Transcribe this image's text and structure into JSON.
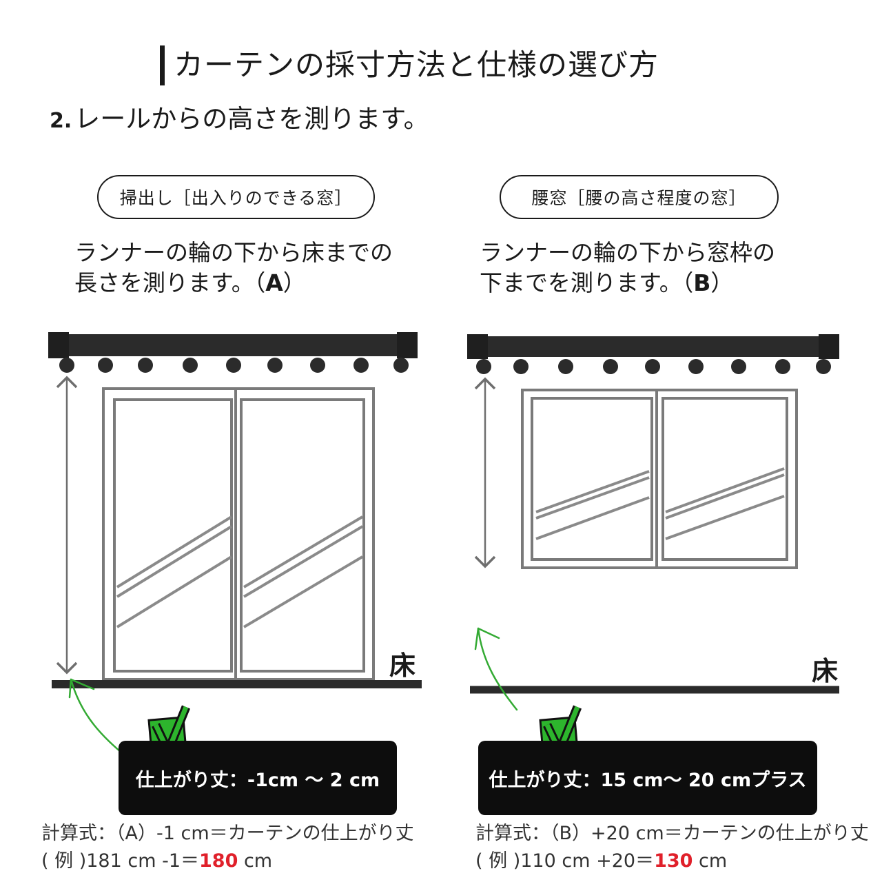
{
  "header": {
    "title": "カーテンの採寸方法と仕様の選び方",
    "step_number": "2.",
    "step_text": "レールからの高さを測ります。"
  },
  "panels": [
    {
      "pill": "掃出し［出入りのできる窓］",
      "desc_line1": "ランナーの輪の下から床までの",
      "desc_line2": "長さを測ります。（",
      "desc_marker": "A",
      "desc_close": "）",
      "floor_label": "床",
      "result": "仕上がり丈：-1cm 〜 2 cm",
      "formula_line1": "計算式：（A）-1 cm＝カーテンの仕上がり丈",
      "example_prefix": "( 例 )181 cm -1＝",
      "example_value": "180",
      "example_unit": " cm"
    },
    {
      "pill": "腰窓［腰の高さ程度の窓］",
      "desc_line1": "ランナーの輪の下から窓枠の",
      "desc_line2": "下までを測ります。（",
      "desc_marker": "B",
      "desc_close": "）",
      "floor_label": "床",
      "result": "仕上がり丈：15 cm〜 20 cmプラス",
      "formula_line1": "計算式：（B）+20 cm＝カーテンの仕上がり丈",
      "example_prefix": "( 例 )110 cm +20＝",
      "example_value": "130",
      "example_unit": " cm"
    }
  ],
  "colors": {
    "dark": "#1a1a1a",
    "frame": "#6e6e6e",
    "arrow_green": "#33aa33",
    "check_green": "#2db52d",
    "highlight_red": "#e0202a"
  },
  "icons": [
    "curtain-rail-icon",
    "runner-ring-icon",
    "measure-arrow-icon",
    "check-icon",
    "pointer-arrow-icon"
  ]
}
